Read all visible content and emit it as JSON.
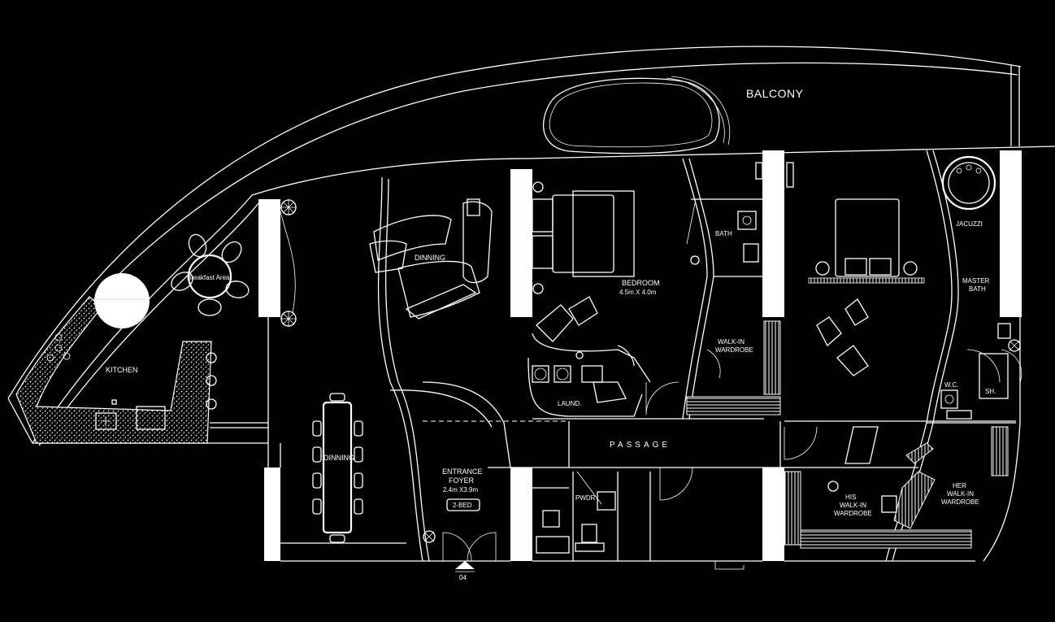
{
  "rooms": {
    "balcony": "BALCONY",
    "breakfast": "Breakfast Area",
    "kitchen": "KITCHEN",
    "dinning_top": "DINNING",
    "dinning_left": "DINNING",
    "bedroom": "BEDROOM",
    "bedroom_size": "4.5m X 4.0m",
    "bath": "BATH",
    "walkin_1": "WALK-IN",
    "walkin_2": "WARDROBE",
    "laundry": "LAUND.",
    "passage": "PASSAGE",
    "entrance_1": "ENTRANCE",
    "entrance_2": "FOYER",
    "entrance_size": "2.4m X3.9m",
    "tag": "2-BED",
    "powder": "PWDR",
    "jacuzzi": "JACUZZI",
    "master_1": "MASTER",
    "master_2": "BATH",
    "wc": "W.C.",
    "shower": "SH.",
    "his_1": "HIS",
    "his_2": "WALK-IN",
    "his_3": "WARDROBE",
    "her_1": "HER",
    "her_2": "WALK-IN",
    "her_3": "WARDROBE",
    "marker": "04"
  },
  "colors": {
    "background": "#000000",
    "linework": "#ffffff"
  }
}
